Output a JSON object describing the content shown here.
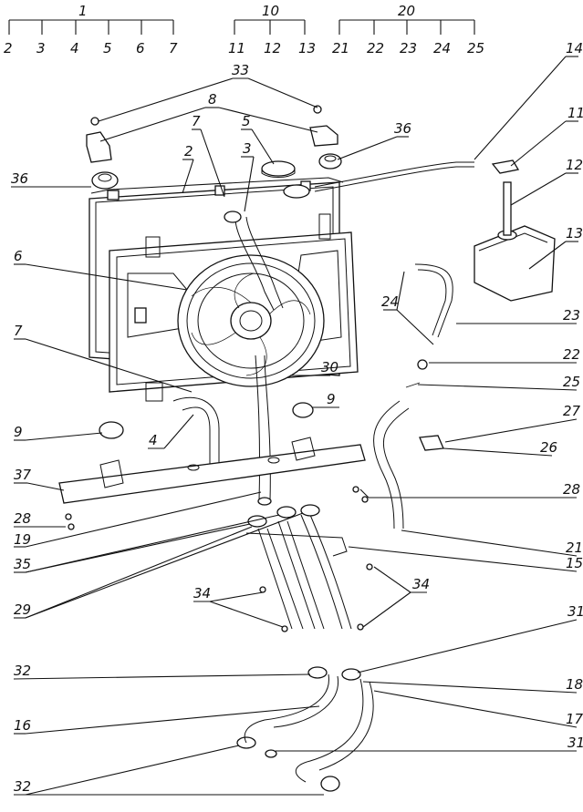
{
  "callouts": [
    {
      "id": "grp1",
      "text": "1"
    },
    {
      "id": "c2a",
      "text": "2"
    },
    {
      "id": "c3a",
      "text": "3"
    },
    {
      "id": "c4a",
      "text": "4"
    },
    {
      "id": "c5a",
      "text": "5"
    },
    {
      "id": "c6a",
      "text": "6"
    },
    {
      "id": "c7a",
      "text": "7"
    },
    {
      "id": "grp10",
      "text": "10"
    },
    {
      "id": "c11a",
      "text": "11"
    },
    {
      "id": "c12a",
      "text": "12"
    },
    {
      "id": "c13a",
      "text": "13"
    },
    {
      "id": "grp20",
      "text": "20"
    },
    {
      "id": "c21a",
      "text": "21"
    },
    {
      "id": "c22a",
      "text": "22"
    },
    {
      "id": "c23a",
      "text": "23"
    },
    {
      "id": "c24a",
      "text": "24"
    },
    {
      "id": "c25a",
      "text": "25"
    },
    {
      "id": "l33",
      "text": "33"
    },
    {
      "id": "l8",
      "text": "8"
    },
    {
      "id": "l7t",
      "text": "7"
    },
    {
      "id": "l5",
      "text": "5"
    },
    {
      "id": "l3",
      "text": "3"
    },
    {
      "id": "l2",
      "text": "2"
    },
    {
      "id": "l36r",
      "text": "36"
    },
    {
      "id": "l36l",
      "text": "36"
    },
    {
      "id": "l14",
      "text": "14"
    },
    {
      "id": "l11",
      "text": "11"
    },
    {
      "id": "l12",
      "text": "12"
    },
    {
      "id": "l13",
      "text": "13"
    },
    {
      "id": "l6",
      "text": "6"
    },
    {
      "id": "l7m",
      "text": "7"
    },
    {
      "id": "l24",
      "text": "24"
    },
    {
      "id": "l23",
      "text": "23"
    },
    {
      "id": "l22",
      "text": "22"
    },
    {
      "id": "l25",
      "text": "25"
    },
    {
      "id": "l30",
      "text": "30"
    },
    {
      "id": "l9r",
      "text": "9"
    },
    {
      "id": "l9l",
      "text": "9"
    },
    {
      "id": "l27",
      "text": "27"
    },
    {
      "id": "l26",
      "text": "26"
    },
    {
      "id": "l4",
      "text": "4"
    },
    {
      "id": "l37",
      "text": "37"
    },
    {
      "id": "l28r",
      "text": "28"
    },
    {
      "id": "l28l",
      "text": "28"
    },
    {
      "id": "l21",
      "text": "21"
    },
    {
      "id": "l19",
      "text": "19"
    },
    {
      "id": "l15",
      "text": "15"
    },
    {
      "id": "l35",
      "text": "35"
    },
    {
      "id": "l34r",
      "text": "34"
    },
    {
      "id": "l34l",
      "text": "34"
    },
    {
      "id": "l29",
      "text": "29"
    },
    {
      "id": "l31t",
      "text": "31"
    },
    {
      "id": "l32t",
      "text": "32"
    },
    {
      "id": "l18",
      "text": "18"
    },
    {
      "id": "l17",
      "text": "17"
    },
    {
      "id": "l16",
      "text": "16"
    },
    {
      "id": "l31b",
      "text": "31"
    },
    {
      "id": "l32b",
      "text": "32"
    }
  ]
}
